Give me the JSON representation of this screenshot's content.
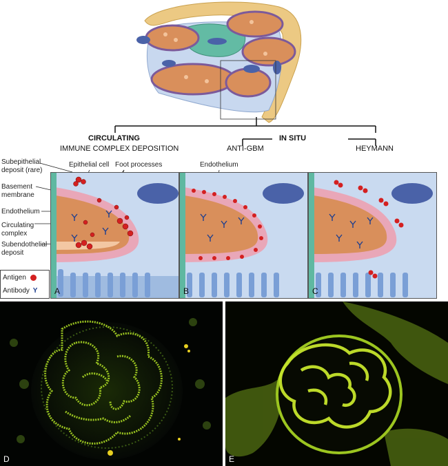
{
  "header": {
    "circulating": "CIRCULATING",
    "immune_complex": "IMMUNE COMPLEX DEPOSITION",
    "in_situ": "IN SITU",
    "anti_gbm": "ANTI-GBM",
    "heymann": "HEYMANN"
  },
  "labels": {
    "subepithelial": [
      "Subepithelial",
      "deposit (rare)"
    ],
    "basement": [
      "Basement",
      "membrane"
    ],
    "endothelium_left": "Endothelium",
    "circulating_complex": [
      "Circulating",
      "complex"
    ],
    "subendothelial": [
      "Subendothelial",
      "deposit"
    ],
    "epithelial_cell": "Epithelial cell",
    "foot_processes": "Foot processes",
    "endothelium_b": "Endothelium"
  },
  "legend": {
    "antigen": "Antigen",
    "antibody": "Antibody"
  },
  "panels": {
    "a": "A",
    "b": "B",
    "c": "C",
    "d": "D",
    "e": "E"
  },
  "colors": {
    "antigen": "#d42020",
    "antibody": "#1f3f8f",
    "gbm": "#e9a7b8",
    "capillary": "#d98f5b",
    "podocyte": "#c6d7ee",
    "mesangium": "#5fb8a1",
    "capsule": "#e7c27a",
    "fluorescence": "#b5e02a"
  }
}
